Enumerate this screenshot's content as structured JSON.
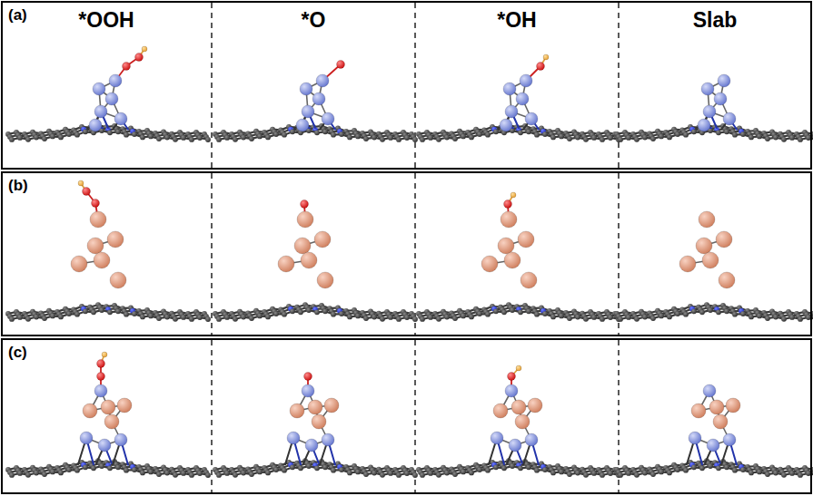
{
  "diagram": {
    "nodes": [
      {
        "text": [
          "(a)"
        ]
      },
      {
        "text": [
          "(b)"
        ]
      },
      {
        "text": [
          "(c)"
        ]
      }
    ],
    "labels": [
      "*OOH",
      "*O",
      "*OH",
      "Slab"
    ]
  }
}
